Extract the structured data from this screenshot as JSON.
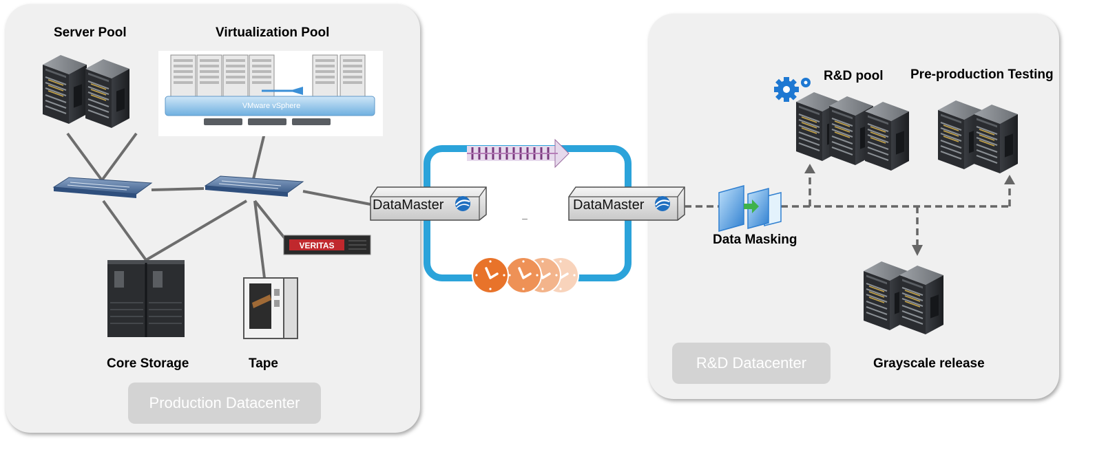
{
  "production": {
    "title": "Production Datacenter",
    "server_pool": "Server Pool",
    "virtualization_pool": "Virtualization Pool",
    "vsphere_label": "VMware vSphere",
    "core_storage": "Core Storage",
    "tape": "Tape",
    "veritas": "VERITAS"
  },
  "replication": {
    "datamaster_left": "DataMaster",
    "datamaster_right": "DataMaster",
    "center_mark": "–"
  },
  "rd": {
    "title": "R&D Datacenter",
    "rd_pool": "R&D pool",
    "preprod": "Pre-production Testing",
    "data_masking": "Data Masking",
    "grayscale": "Grayscale release"
  },
  "colors": {
    "panel_bg": "#f0f0f0",
    "loop_blue": "#2ba3da",
    "clock_orange": "#e8732a",
    "connector_gray": "#6d6d6d",
    "dashed_gray": "#666666",
    "masking_blue": "#2f7fd0",
    "dc_label_bg": "#d3d3d3"
  }
}
